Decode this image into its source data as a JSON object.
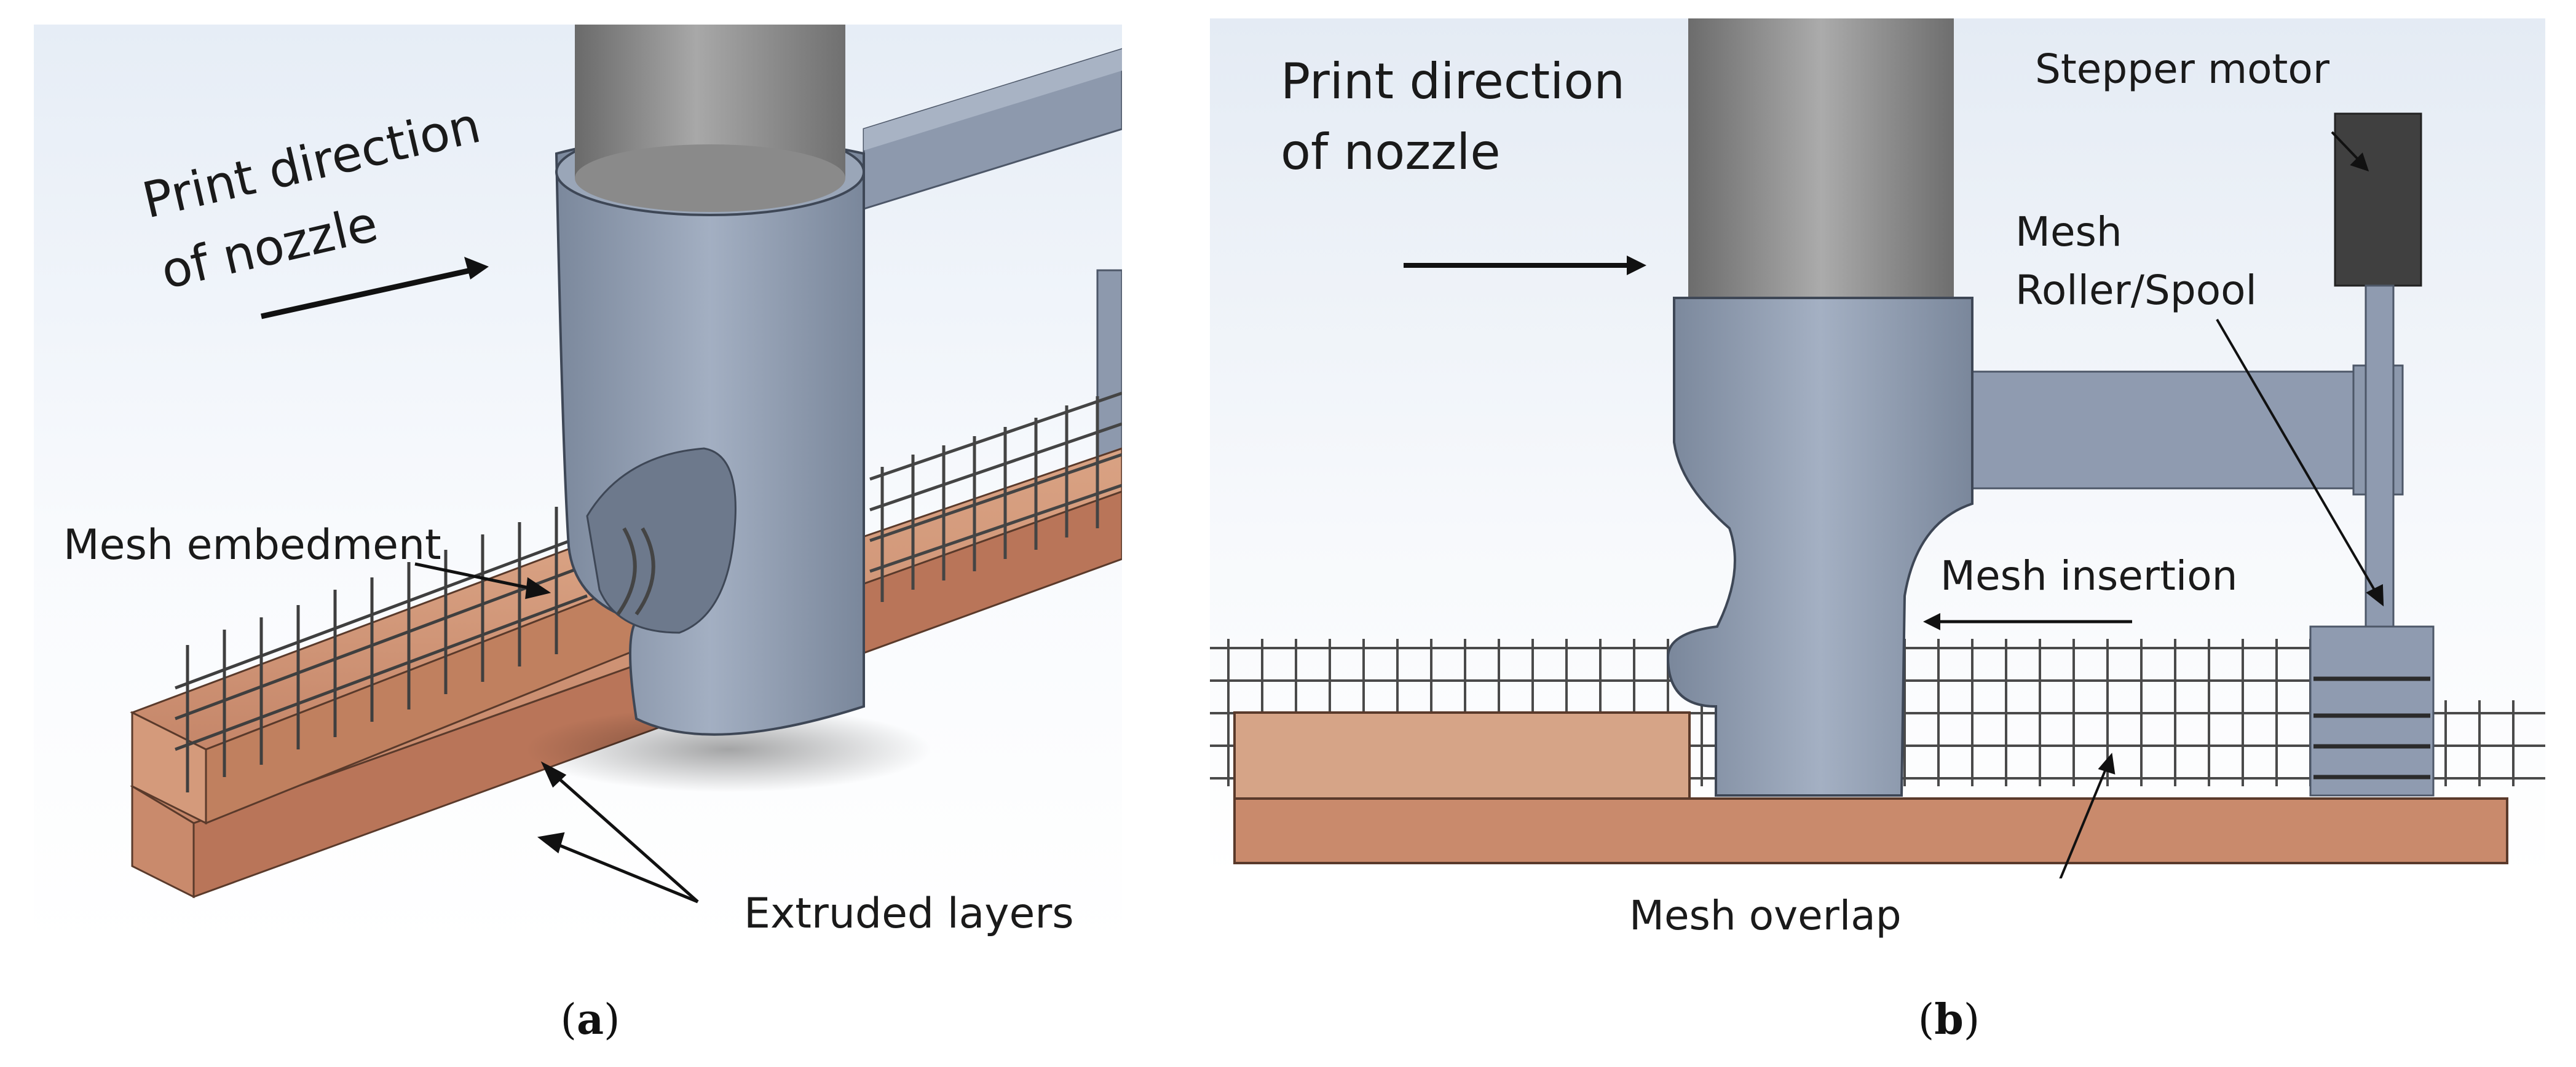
{
  "panel_a": {
    "print_direction": [
      "Print direction",
      "of nozzle"
    ],
    "mesh_embedment": "Mesh embedment",
    "extruded_layers": "Extruded layers",
    "caption": {
      "open": "(",
      "letter": "a",
      "close": ")"
    }
  },
  "panel_b": {
    "print_direction": [
      "Print direction",
      "of nozzle"
    ],
    "stepper_motor": "Stepper motor",
    "mesh_roller": [
      "Mesh",
      "Roller/Spool"
    ],
    "mesh_insertion": "Mesh insertion",
    "mesh_overlap": "Mesh overlap",
    "caption": {
      "open": "(",
      "letter": "b",
      "close": ")"
    }
  },
  "colors": {
    "clay": "#c98a6c",
    "clay_dark": "#a8684c",
    "steel": "#8d9aae",
    "steel_dark": "#5f6b7e",
    "column": "#8f8f8f",
    "motor": "#404040",
    "mesh": "#4a4a4a"
  }
}
